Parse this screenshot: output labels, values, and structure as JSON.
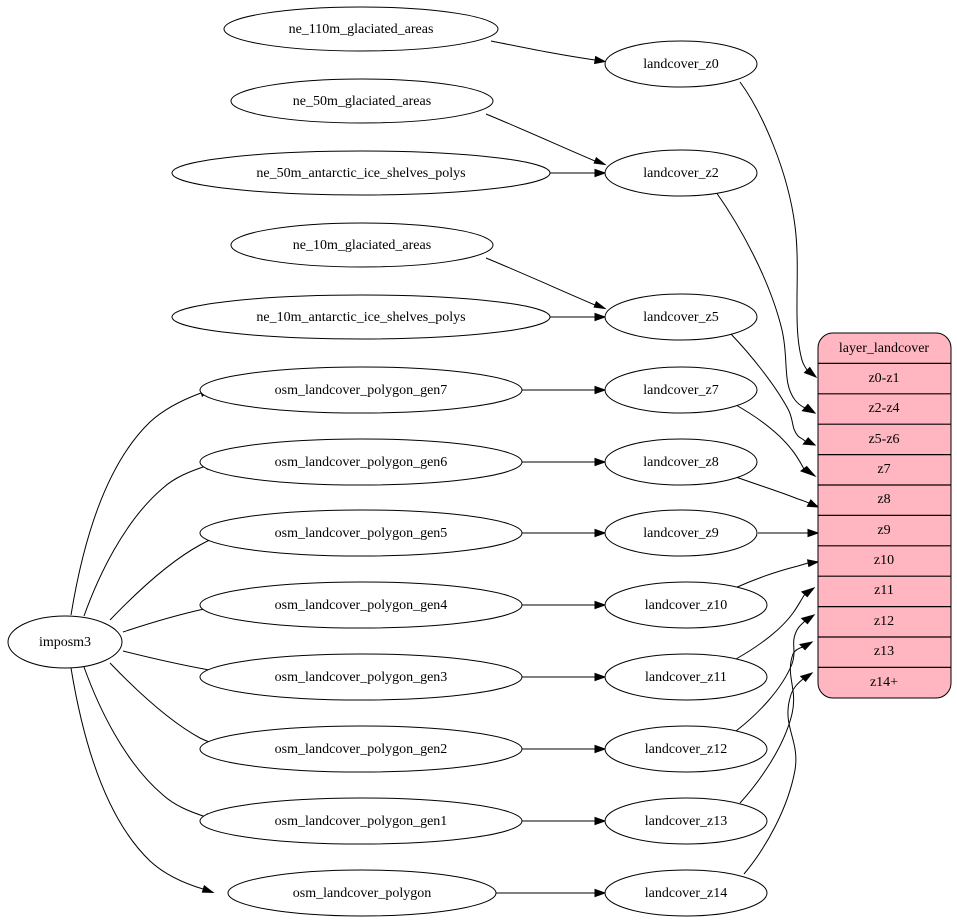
{
  "diagram": {
    "type": "directed-graph",
    "title": "landcover layer data flow",
    "background_color": "#ffffff",
    "node_fill_color": "#ffffff",
    "node_stroke_color": "#000000",
    "table_fill_color": "#ffb6c1",
    "edge_color": "#000000"
  },
  "sources": [
    {
      "id": "imposm3",
      "label": "imposm3"
    },
    {
      "id": "ne_110m_glaciated_areas",
      "label": "ne_110m_glaciated_areas"
    },
    {
      "id": "ne_50m_glaciated_areas",
      "label": "ne_50m_glaciated_areas"
    },
    {
      "id": "ne_50m_antarctic_ice_shelves_polys",
      "label": "ne_50m_antarctic_ice_shelves_polys"
    },
    {
      "id": "ne_10m_glaciated_areas",
      "label": "ne_10m_glaciated_areas"
    },
    {
      "id": "ne_10m_antarctic_ice_shelves_polys",
      "label": "ne_10m_antarctic_ice_shelves_polys"
    },
    {
      "id": "osm_landcover_polygon_gen7",
      "label": "osm_landcover_polygon_gen7"
    },
    {
      "id": "osm_landcover_polygon_gen6",
      "label": "osm_landcover_polygon_gen6"
    },
    {
      "id": "osm_landcover_polygon_gen5",
      "label": "osm_landcover_polygon_gen5"
    },
    {
      "id": "osm_landcover_polygon_gen4",
      "label": "osm_landcover_polygon_gen4"
    },
    {
      "id": "osm_landcover_polygon_gen3",
      "label": "osm_landcover_polygon_gen3"
    },
    {
      "id": "osm_landcover_polygon_gen2",
      "label": "osm_landcover_polygon_gen2"
    },
    {
      "id": "osm_landcover_polygon_gen1",
      "label": "osm_landcover_polygon_gen1"
    },
    {
      "id": "osm_landcover_polygon",
      "label": "osm_landcover_polygon"
    }
  ],
  "intermediates": [
    {
      "id": "landcover_z0",
      "label": "landcover_z0"
    },
    {
      "id": "landcover_z2",
      "label": "landcover_z2"
    },
    {
      "id": "landcover_z5",
      "label": "landcover_z5"
    },
    {
      "id": "landcover_z7",
      "label": "landcover_z7"
    },
    {
      "id": "landcover_z8",
      "label": "landcover_z8"
    },
    {
      "id": "landcover_z9",
      "label": "landcover_z9"
    },
    {
      "id": "landcover_z10",
      "label": "landcover_z10"
    },
    {
      "id": "landcover_z11",
      "label": "landcover_z11"
    },
    {
      "id": "landcover_z12",
      "label": "landcover_z12"
    },
    {
      "id": "landcover_z13",
      "label": "landcover_z13"
    },
    {
      "id": "landcover_z14",
      "label": "landcover_z14"
    }
  ],
  "layer_table": {
    "header": "layer_landcover",
    "rows": [
      {
        "id": "row-z0-z1",
        "label": "z0-z1"
      },
      {
        "id": "row-z2-z4",
        "label": "z2-z4"
      },
      {
        "id": "row-z5-z6",
        "label": "z5-z6"
      },
      {
        "id": "row-z7",
        "label": "z7"
      },
      {
        "id": "row-z8",
        "label": "z8"
      },
      {
        "id": "row-z9",
        "label": "z9"
      },
      {
        "id": "row-z10",
        "label": "z10"
      },
      {
        "id": "row-z11",
        "label": "z11"
      },
      {
        "id": "row-z12",
        "label": "z12"
      },
      {
        "id": "row-z13",
        "label": "z13"
      },
      {
        "id": "row-z14",
        "label": "z14+"
      }
    ]
  },
  "edges": [
    {
      "from": "ne_110m_glaciated_areas",
      "to": "landcover_z0"
    },
    {
      "from": "ne_50m_glaciated_areas",
      "to": "landcover_z2"
    },
    {
      "from": "ne_50m_antarctic_ice_shelves_polys",
      "to": "landcover_z2"
    },
    {
      "from": "ne_10m_glaciated_areas",
      "to": "landcover_z5"
    },
    {
      "from": "ne_10m_antarctic_ice_shelves_polys",
      "to": "landcover_z5"
    },
    {
      "from": "imposm3",
      "to": "osm_landcover_polygon_gen7"
    },
    {
      "from": "imposm3",
      "to": "osm_landcover_polygon_gen6"
    },
    {
      "from": "imposm3",
      "to": "osm_landcover_polygon_gen5"
    },
    {
      "from": "imposm3",
      "to": "osm_landcover_polygon_gen4"
    },
    {
      "from": "imposm3",
      "to": "osm_landcover_polygon_gen3"
    },
    {
      "from": "imposm3",
      "to": "osm_landcover_polygon_gen2"
    },
    {
      "from": "imposm3",
      "to": "osm_landcover_polygon_gen1"
    },
    {
      "from": "imposm3",
      "to": "osm_landcover_polygon"
    },
    {
      "from": "osm_landcover_polygon_gen7",
      "to": "landcover_z7"
    },
    {
      "from": "osm_landcover_polygon_gen6",
      "to": "landcover_z8"
    },
    {
      "from": "osm_landcover_polygon_gen5",
      "to": "landcover_z9"
    },
    {
      "from": "osm_landcover_polygon_gen4",
      "to": "landcover_z10"
    },
    {
      "from": "osm_landcover_polygon_gen3",
      "to": "landcover_z11"
    },
    {
      "from": "osm_landcover_polygon_gen2",
      "to": "landcover_z12"
    },
    {
      "from": "osm_landcover_polygon_gen1",
      "to": "landcover_z13"
    },
    {
      "from": "osm_landcover_polygon",
      "to": "landcover_z14"
    },
    {
      "from": "landcover_z0",
      "to": "row-z0-z1"
    },
    {
      "from": "landcover_z2",
      "to": "row-z2-z4"
    },
    {
      "from": "landcover_z5",
      "to": "row-z5-z6"
    },
    {
      "from": "landcover_z7",
      "to": "row-z7"
    },
    {
      "from": "landcover_z8",
      "to": "row-z8"
    },
    {
      "from": "landcover_z9",
      "to": "row-z9"
    },
    {
      "from": "landcover_z10",
      "to": "row-z10"
    },
    {
      "from": "landcover_z11",
      "to": "row-z11"
    },
    {
      "from": "landcover_z12",
      "to": "row-z12"
    },
    {
      "from": "landcover_z13",
      "to": "row-z13"
    },
    {
      "from": "landcover_z14",
      "to": "row-z14"
    }
  ]
}
